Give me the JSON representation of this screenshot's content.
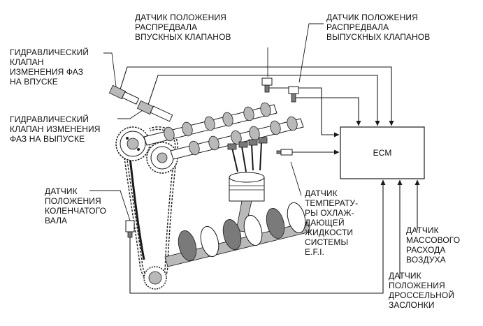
{
  "labels": {
    "intake_cam_sensor": "ДАТЧИК ПОЛОЖЕНИЯ\nРАСПРЕДВАЛА\nВПУСКНЫХ КЛАПАНОВ",
    "exhaust_cam_sensor": "ДАТЧИК ПОЛОЖЕНИЯ\nРАСПРЕДВАЛА\nВЫПУСКНЫХ КЛАПАНОВ",
    "intake_ocv": "ГИДРАВЛИЧЕСКИЙ\nКЛАПАН\nИЗМЕНЕНИЯ ФАЗ\nНА ВПУСКЕ",
    "exhaust_ocv": "ГИДРАВЛИЧЕСКИЙ\nКЛАПАН ИЗМЕНЕНИЯ\nФАЗ НА ВЫПУСКЕ",
    "crank_sensor": "ДАТЧИК\nПОЛОЖЕНИЯ\nКОЛЕНЧАТОГО\nВАЛА",
    "coolant_temp_sensor": "ДАТЧИК\nТЕМПЕРАТУ-\nРЫ ОХЛАЖ-\nДАЮЩЕЙ\nЖИДКОСТИ\nСИСТЕМЫ\nE.F.I.",
    "maf_sensor": "ДАТЧИК\nМАССОВОГО\nРАСХОДА\nВОЗДУХА",
    "throttle_sensor": "ДАТЧИК\nПОЛОЖЕНИЯ\nДРОССЕЛЬНОЙ\nЗАСЛОНКИ"
  },
  "ecm": {
    "label": "ECM"
  }
}
